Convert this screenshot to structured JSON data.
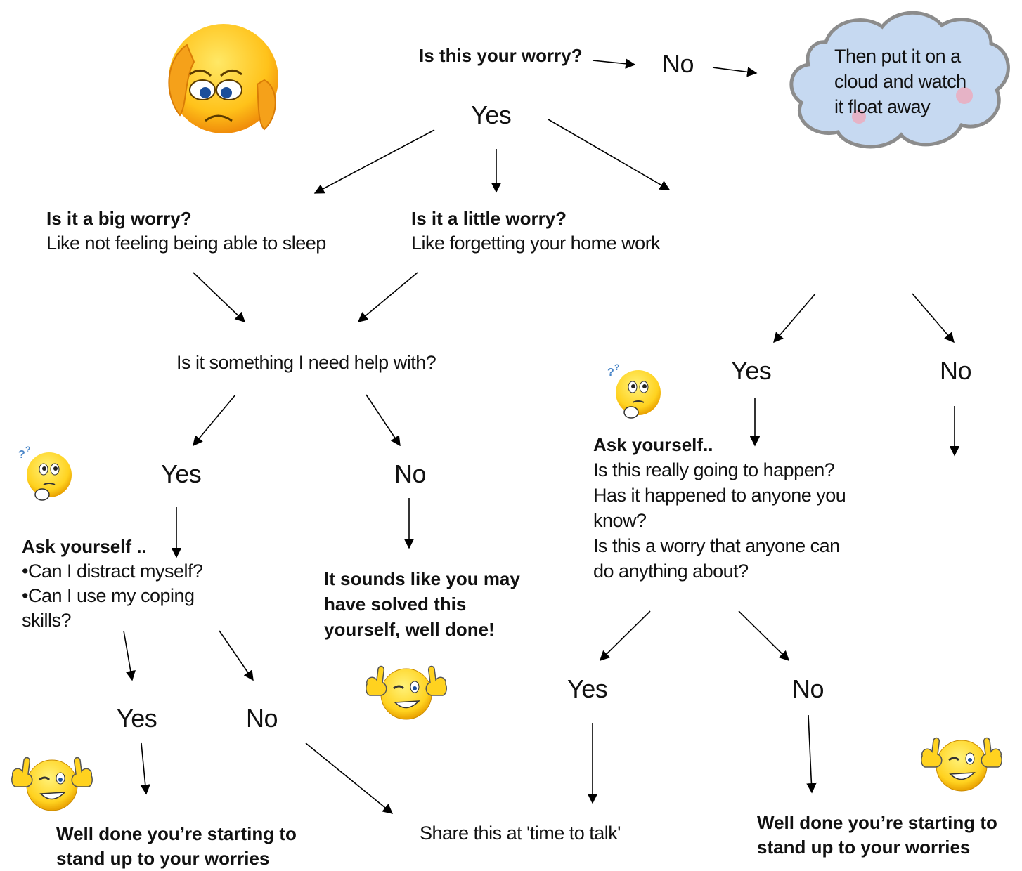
{
  "top": {
    "question": "Is this your worry?",
    "no": "No",
    "yes": "Yes",
    "cloud_lines": [
      "Then put it on a",
      "cloud and watch",
      "it float away"
    ]
  },
  "big_worry": {
    "title": "Is it a big worry?",
    "example": "Like not feeling  being able to sleep"
  },
  "little_worry": {
    "title": "Is it a little  worry?",
    "example": "Like forgetting  your home work"
  },
  "help_question": "Is it something I  need help with?",
  "left_branch": {
    "yes": "Yes",
    "no": "No",
    "ask_title": "Ask yourself ..",
    "ask_lines": [
      "•Can I distract myself?",
      "•Can I use my coping",
      "skills?"
    ],
    "yes2": "Yes",
    "no2": "No",
    "well_done_lines": [
      "Well done you’re starting to",
      "stand up to your worries"
    ]
  },
  "middle_branch": {
    "solved_lines": [
      "It sounds like you may",
      "have solved this",
      "yourself, well done!"
    ],
    "share": "Share this at 'time to talk'"
  },
  "right_branch": {
    "yes": "Yes",
    "no": "No",
    "ask_title": "Ask yourself..",
    "ask_lines": [
      "Is this really going to happen?",
      "Has it happened to anyone you",
      "know?",
      "Is this a worry that anyone can",
      "do anything about?"
    ],
    "yes2": "Yes",
    "no2": "No",
    "well_done_lines": [
      "Well done you’re starting to",
      "stand up to your worries"
    ]
  },
  "icons": [
    "worried-face-icon",
    "thinking-face-icon",
    "thumbs-up-winking-face-icon",
    "cloud-icon"
  ],
  "colors": {
    "cloud_fill": "#c6d9f1",
    "cloud_stroke": "#8c8c8c",
    "emoji_yellow": "#ffd21f",
    "emoji_orange": "#f7a11a"
  }
}
